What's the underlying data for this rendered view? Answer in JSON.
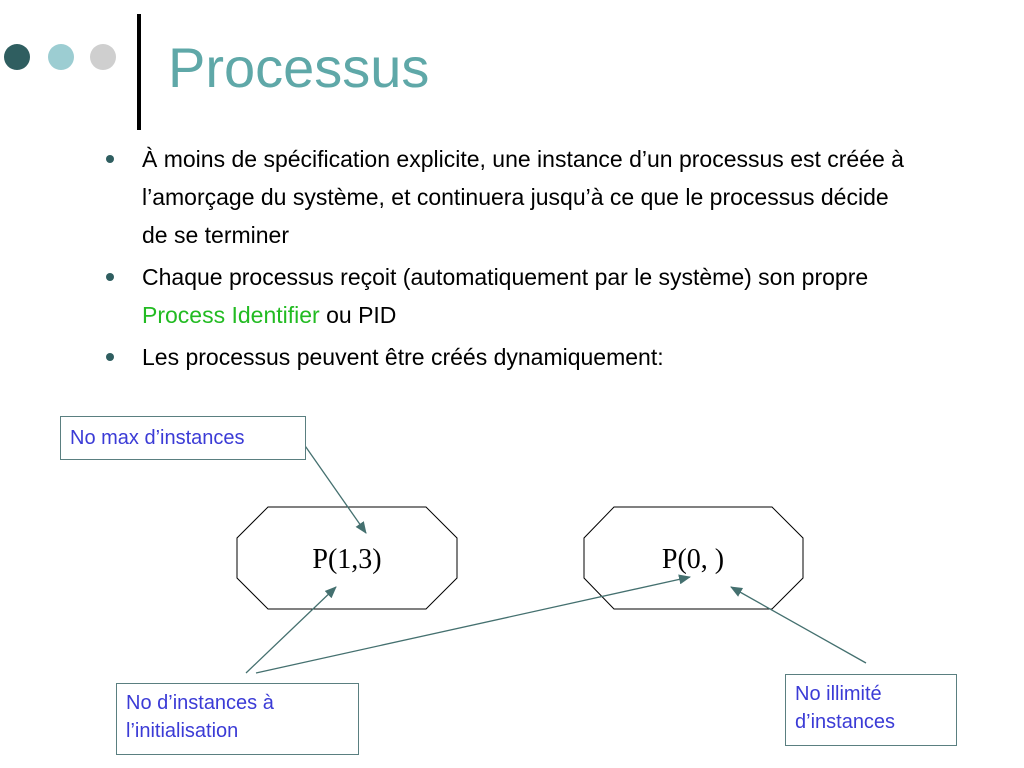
{
  "slide": {
    "title": "Processus",
    "bullets": [
      {
        "text": "À moins de spécification explicite, une instance d’un processus est créée à l’amorçage du système, et continuera jusqu’à ce que le processus décide de se terminer"
      },
      {
        "text_before": "Chaque processus reçoit (automatiquement par le système) son propre ",
        "highlight": "Process Identifier",
        "text_after": " ou PID"
      },
      {
        "text": "Les processus peuvent être créés dynamiquement:"
      }
    ]
  },
  "diagram": {
    "nodes": [
      {
        "id": "p1",
        "label": "P(1,3)"
      },
      {
        "id": "p2",
        "label": "P(0, )"
      }
    ],
    "callouts": [
      {
        "id": "max",
        "lines": [
          "No max d’instances"
        ]
      },
      {
        "id": "init",
        "lines": [
          "No d’instances à",
          "l’initialisation"
        ]
      },
      {
        "id": "unlimited",
        "lines": [
          "No illimité",
          "d’instances"
        ]
      }
    ]
  },
  "colors": {
    "title": "#5fa8a8",
    "highlight": "#22bb22",
    "callout_text": "#3b3bd6",
    "dots": [
      "#2f5e60",
      "#9ccdd2",
      "#cfcfcf"
    ]
  }
}
